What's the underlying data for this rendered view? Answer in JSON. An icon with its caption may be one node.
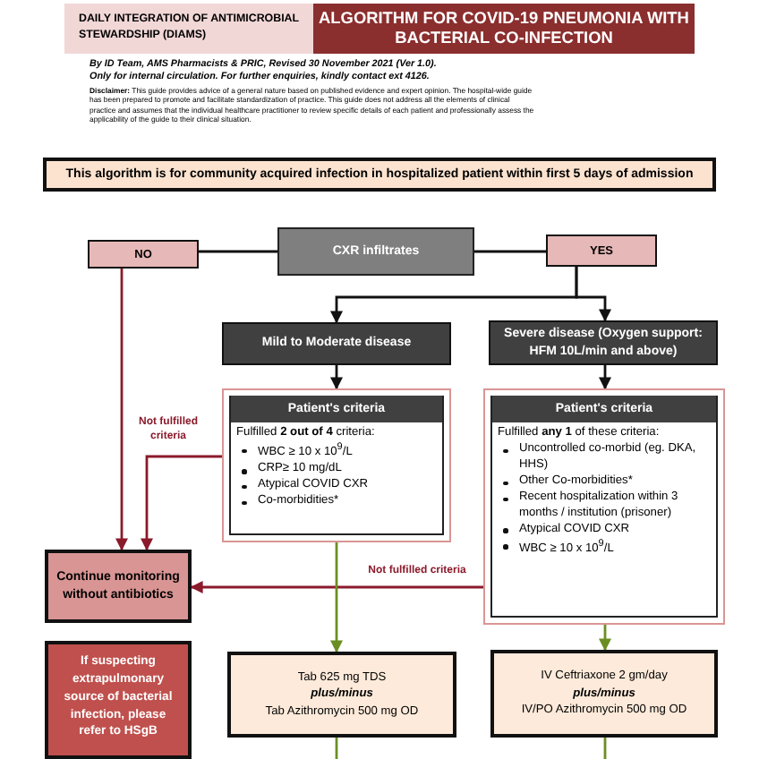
{
  "diagram": {
    "title": "ALGORITHM FOR COVID-19 PNEUMONIA WITH BACTERIAL CO-INFECTION",
    "nodes": [
      {
        "text": [
          "DAILY INTEGRATION OF ANTIMICROBIAL STEWARDSHIP (DIAMS)"
        ]
      },
      {
        "text": [
          "This algorithm is for **community acquired infection** in hospitalized patient within **first 5 days of admission**"
        ]
      },
      {
        "text": [
          "CXR infiltrates"
        ]
      },
      {
        "text": [
          "NO"
        ]
      },
      {
        "text": [
          "YES"
        ]
      },
      {
        "text": [
          "Mild to Moderate disease"
        ]
      },
      {
        "text": [
          "Severe disease (Oxygen support: HFM 10L/min and above)"
        ]
      },
      {
        "text": [
          "Patient's criteria",
          "Fulfilled **2 out of 4** criteria:",
          "WBC ≥ 10 x 10$^{9}$/L",
          "CRP≥ 10 mg/dL",
          "Atypical COVID CXR",
          "Co-morbidities*"
        ]
      },
      {
        "text": [
          "Patient's criteria",
          "Fulfilled **any 1** of these criteria:",
          "Uncontrolled co-morbid (eg. DKA, HHS)",
          "Other Co-morbidities*",
          "Recent hospitalization within 3 months / institution (prisoner)",
          "Atypical COVID CXR",
          "WBC ≥ 10 x 10$^{9}$/L"
        ]
      },
      {
        "text": [
          "Continue monitoring without antibiotics"
        ]
      },
      {
        "text": [
          "If suspecting extrapulmonary source of bacterial infection, please refer to HSgB"
        ]
      },
      {
        "text": [
          "Tab 625 mg TDS",
          "plus/minus",
          "Tab Azithromycin 500 mg OD"
        ]
      },
      {
        "text": [
          "IV Ceftriaxone 2 gm/day",
          "plus/minus",
          "IV/PO Azithromycin 500 mg OD"
        ]
      }
    ],
    "edges": [
      {
        "from": 2,
        "to": 3,
        "arrow": "none"
      },
      {
        "from": 2,
        "to": 4,
        "arrow": "none"
      },
      {
        "from": 4,
        "to": 5,
        "arrow": "to"
      },
      {
        "from": 4,
        "to": 6,
        "arrow": "to"
      },
      {
        "from": 5,
        "to": 7,
        "arrow": "to"
      },
      {
        "from": 6,
        "to": 8,
        "arrow": "to"
      },
      {
        "from": 3,
        "to": 9,
        "arrow": "to",
        "color": "#8b1a2b"
      },
      {
        "from": 7,
        "to": 9,
        "arrow": "to",
        "label": "Not fulfilled criteria",
        "color": "#8b1a2b"
      },
      {
        "from": 8,
        "to": 9,
        "arrow": "to",
        "label": "Not fulfilled criteria",
        "color": "#8b1a2b"
      },
      {
        "from": 7,
        "to": 11,
        "arrow": "to",
        "color": "#6b8e23"
      },
      {
        "from": 8,
        "to": 12,
        "arrow": "to",
        "color": "#6b8e23"
      },
      {
        "from": 11,
        "to": null,
        "arrow": "none",
        "color": "#6b8e23"
      },
      {
        "from": 12,
        "to": null,
        "arrow": "none",
        "color": "#6b8e23"
      }
    ],
    "labels": [
      "By ID Team, AMS Pharmacists & PRIC, Revised 30 November 2021 (Ver 1.0).",
      "Only for internal circulation. For further enquiries, kindly contact ext 4126.",
      "**Disclaimer:** This guide provides advice of a general nature based on published evidence and expert opinion. The hospital-wide guide has been prepared to promote and facilitate standardization of practice. This guide does not address all the elements of clinical practice and assumes that the individual healthcare practitioner to review specific details of each patient and professionally assess the applicability of the guide to their clinical situation."
    ]
  }
}
